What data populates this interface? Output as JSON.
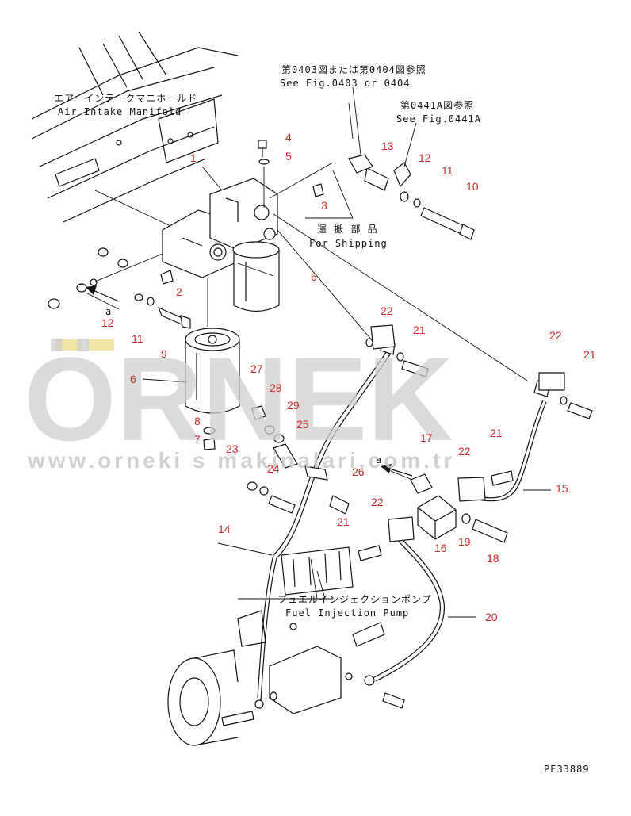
{
  "labels": {
    "air_intake_jp": "エアーインテークマニホールド",
    "air_intake_en": "Air Intake Manifold",
    "see_fig_0403_jp": "第0403図または第0404図参照",
    "see_fig_0403_en": "See Fig.0403 or 0404",
    "see_fig_0441a_jp": "第0441A図参照",
    "see_fig_0441a_en": "See Fig.0441A",
    "shipping_jp": "運 搬 部 品",
    "shipping_en": "For Shipping",
    "fuel_pump_jp": "フュエルインジェクションポンプ",
    "fuel_pump_en": "Fuel Injection Pump",
    "ref_a": "a",
    "ref_a2": "a",
    "figure_code": "PE33889"
  },
  "callouts": {
    "c1": "1",
    "c2": "2",
    "c3": "3",
    "c4": "4",
    "c5": "5",
    "c6a": "6",
    "c6b": "6",
    "c7": "7",
    "c8": "8",
    "c9": "9",
    "c10": "10",
    "c11a": "11",
    "c11b": "11",
    "c12a": "12",
    "c12b": "12",
    "c13": "13",
    "c14": "14",
    "c15": "15",
    "c16": "16",
    "c17": "17",
    "c18": "18",
    "c19": "19",
    "c20": "20",
    "c21a": "21",
    "c21b": "21",
    "c21c": "21",
    "c21d": "21",
    "c22a": "22",
    "c22b": "22",
    "c22c": "22",
    "c22d": "22",
    "c23": "23",
    "c24": "24",
    "c25": "25",
    "c26": "26",
    "c27": "27",
    "c28": "28",
    "c29": "29"
  },
  "watermark": {
    "brand": "ÖRNEK",
    "url": "www.orneki s makinalari.com.tr"
  },
  "colors": {
    "callout": "#cc2a2a",
    "ink": "#111111",
    "watermark": "#cfcfcf",
    "watermark_accent": "#e8c84a"
  }
}
